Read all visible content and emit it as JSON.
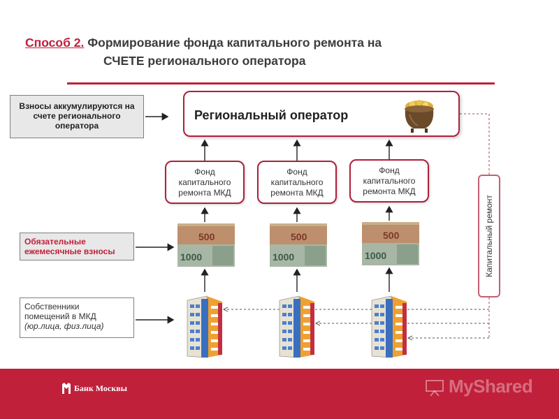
{
  "title": {
    "method": "Способ 2.",
    "line1_rest": " Формирование фонда капитального ремонта на",
    "line2": "СЧЕТЕ регионального оператора"
  },
  "left_labels": {
    "accumulate": "Взносы аккумулируются на счете регионального оператора",
    "payments": "Обязательные ежемесячные взносы",
    "owners_l1": "Собственники",
    "owners_l2": "помещений  в МКД",
    "owners_l3": "(юр.лица, физ.лица)"
  },
  "operator": {
    "label": "Региональный оператор",
    "icon": "pot-of-gold-icon"
  },
  "funds": [
    {
      "l1": "Фонд",
      "l2": "капитального",
      "l3": "ремонта МКД"
    },
    {
      "l1": "Фонд",
      "l2": "капитального",
      "l3": "ремонта МКД"
    },
    {
      "l1": "Фонд",
      "l2": "капитального",
      "l3": "ремонта МКД"
    }
  ],
  "capital_repair": "Капитальный ремонт",
  "banknotes": [
    "500",
    "1000"
  ],
  "footer": {
    "bank_name": "Банк Москвы",
    "watermark": "MyShared",
    "color": "#c0203a"
  },
  "colors": {
    "accent": "#c0203a",
    "box_border": "#b01f3a",
    "text": "#3c3c3c"
  }
}
